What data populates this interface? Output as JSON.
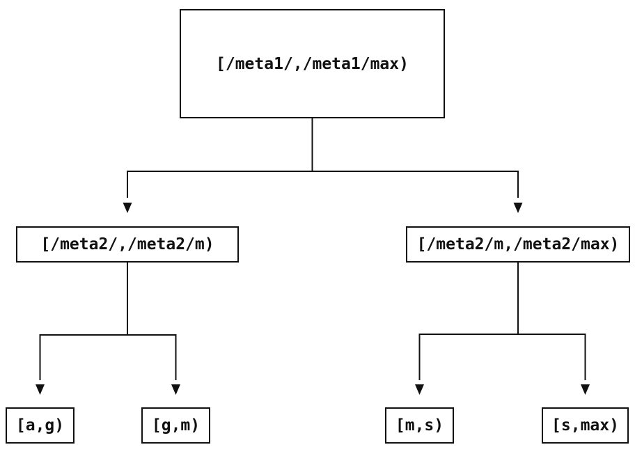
{
  "diagram": {
    "type": "tree",
    "background_color": "#ffffff",
    "line_color": "#111111",
    "text_color": "#111111",
    "nodes": {
      "root": {
        "label": "[/meta1/,/meta1/max)"
      },
      "left": {
        "label": "[/meta2/,/meta2/m)"
      },
      "right": {
        "label": "[/meta2/m,/meta2/max)"
      },
      "leaf1": {
        "label": "[a,g)"
      },
      "leaf2": {
        "label": "[g,m)"
      },
      "leaf3": {
        "label": "[m,s)"
      },
      "leaf4": {
        "label": "[s,max)"
      }
    },
    "edges": [
      {
        "from": "root",
        "to": "left"
      },
      {
        "from": "root",
        "to": "right"
      },
      {
        "from": "left",
        "to": "leaf1"
      },
      {
        "from": "left",
        "to": "leaf2"
      },
      {
        "from": "right",
        "to": "leaf3"
      },
      {
        "from": "right",
        "to": "leaf4"
      }
    ]
  }
}
